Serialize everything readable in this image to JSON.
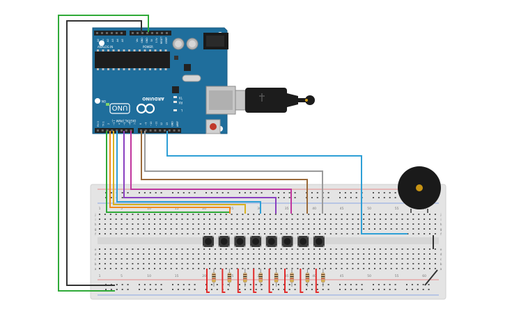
{
  "board": {
    "analog_header": "ANALOG IN",
    "power_header": "POWER",
    "analog_pins": [
      "A0",
      "A1",
      "A2",
      "A3",
      "A4",
      "A5"
    ],
    "power_pins": [
      "Vin",
      "GND",
      "GND",
      "5V",
      "3.3V",
      "RESET",
      "IOREF"
    ],
    "logo_uno": "UNO",
    "logo_arduino": "ARDUINO",
    "on_label": "ON",
    "tx_label": "TX",
    "rx_label": "RX",
    "l_label": "L",
    "digital_label": "DIGITAL (PWM ~)",
    "digital_pins": [
      "RX 0",
      "TX 1",
      "2",
      "~3",
      "4",
      "~5",
      "~6",
      "7",
      "8",
      "~9",
      "~10",
      "~11",
      "12",
      "13",
      "GND",
      "AREF"
    ]
  },
  "breadboard": {
    "column_numbers_top": [
      "1",
      "5",
      "10",
      "15",
      "20",
      "25",
      "30",
      "35",
      "40",
      "45",
      "50",
      "55",
      "60"
    ],
    "column_numbers_bottom": [
      "1",
      "5",
      "10",
      "15",
      "20",
      "25",
      "30",
      "35",
      "40",
      "45",
      "50",
      "55",
      "60"
    ],
    "row_letters_top": [
      "j",
      "i",
      "h",
      "g",
      "f"
    ],
    "row_letters_bottom": [
      "e",
      "d",
      "c",
      "b",
      "a"
    ]
  },
  "components": {
    "push_buttons": 8,
    "resistors": 8,
    "buzzer": 1
  },
  "colors": {
    "board": "#1f6e9c",
    "breadboard": "#e4e4e4",
    "wire_green": "#2faa38",
    "wire_black": "#333333",
    "wire_orange": "#f08a1c",
    "wire_yellow": "#d8b21e",
    "wire_cyan": "#2e9fd6",
    "wire_purple": "#8a3fc0",
    "wire_magenta": "#c0359e",
    "wire_brown": "#9a6a3a",
    "wire_gray": "#9a9a9a",
    "wire_red": "#e22b2b"
  }
}
